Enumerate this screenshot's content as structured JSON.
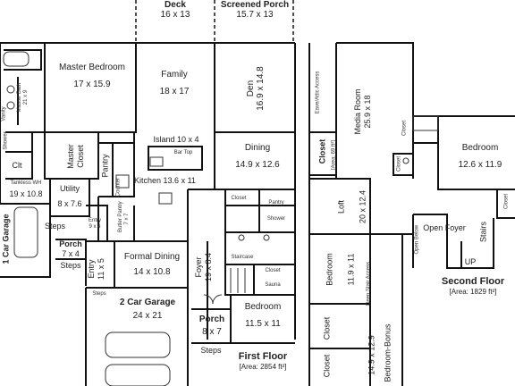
{
  "rooms": {
    "deck": {
      "name": "Deck",
      "dims": "16 x 13"
    },
    "screened_porch": {
      "name": "Screened Porch",
      "dims": "15.7 x 13"
    },
    "master_bedroom": {
      "name": "Master Bedroom",
      "dims": "17 x 15.9"
    },
    "family": {
      "name": "Family",
      "dims": "18 x 17"
    },
    "den": {
      "name": "Den",
      "dims": "16.9 x 14.8"
    },
    "master_bath": {
      "name": "Master Bath",
      "dims": "21 x 9"
    },
    "vanity": "Vanity",
    "shower": "Shower",
    "clt": "Clt",
    "master_closet": {
      "name": "Master Closet"
    },
    "island": {
      "name": "Island",
      "dims": "10 x 4"
    },
    "bar_top": "Bar Top",
    "kitchen": {
      "name": "Kitchen",
      "dims": "13.6 x 11"
    },
    "dining": {
      "name": "Dining",
      "dims": "14.9 x 12.6"
    },
    "pantry": "Pantry",
    "counter": "Counter",
    "tankless_wh": "Tankless WH",
    "one_car_garage": {
      "name": "1 Car Garage",
      "dims": "19 x 10.8"
    },
    "utility": {
      "name": "Utility",
      "dims": "8 x 7.6"
    },
    "entry_small": {
      "name": "Entry",
      "dims": "9 x 4"
    },
    "butler_pantry": {
      "name": "Butler Pantry",
      "dims": "7 x 7"
    },
    "closet_kitchen": "Closet",
    "pantry_right": "Pantry",
    "shower_right": "Shower",
    "porch_small": {
      "name": "Porch",
      "dims": "7 x 4"
    },
    "steps_left": "Steps",
    "steps_left2": "Steps",
    "entry_main": {
      "name": "Entry",
      "dims": "11 x 5"
    },
    "formal_dining": {
      "name": "Formal Dining",
      "dims": "14 x 10.8"
    },
    "foyer": {
      "name": "Foyer",
      "dims": "19 x 8.4"
    },
    "staircase": "Staircase",
    "closet_stair": "Closet",
    "sauna": "Sauna",
    "steps_garage": "Steps",
    "two_car_garage": {
      "name": "2 Car Garage",
      "dims": "24 x 21"
    },
    "porch_front": {
      "name": "Porch",
      "dims": "8 x 7"
    },
    "steps_front": "Steps",
    "bedroom_first": {
      "name": "Bedroom",
      "dims": "11.5 x 11"
    },
    "closet_attic": {
      "name": "Closet",
      "area": "[Area: 69 ft²]"
    },
    "eaves_access": "Eave/Attic Access",
    "media_room": {
      "name": "Media Room",
      "dims": "25.9 x 18"
    },
    "closet_upper1": "Closet",
    "closet_upper2": "Closet",
    "bedroom_second": {
      "name": "Bedroom",
      "dims": "12.6 x 11.9"
    },
    "closet_right": "Closet",
    "loft": {
      "name": "Loft",
      "dims": "20 x 12.4"
    },
    "open_below": "Open Below",
    "open_foyer": {
      "name": "Open Foyer"
    },
    "stairs": "Stairs",
    "up": "UP",
    "bedroom_upper_left": {
      "name": "Bedroom",
      "dims": "11.9 x 11"
    },
    "deep_stair_access": "Deep Stair Access",
    "closet_lower1": "Closet",
    "closet_lower2": "Closet",
    "bedroom_bonus": {
      "name": "Bedroom-Bonus",
      "dims": "14.9 x 12.9"
    }
  },
  "floors": {
    "first": {
      "title": "First Floor",
      "area": "[Area: 2854 ft²]"
    },
    "second": {
      "title": "Second Floor",
      "area": "[Area: 1829 ft²]"
    }
  }
}
